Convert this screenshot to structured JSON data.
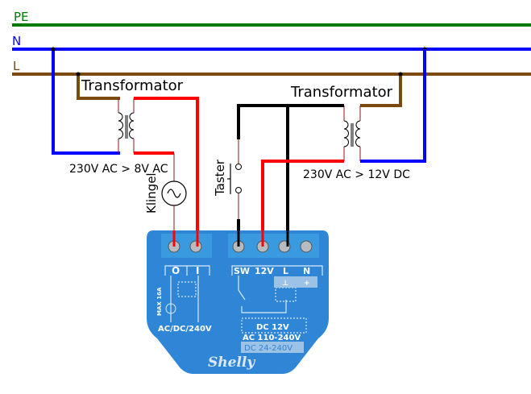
{
  "lines": {
    "pe": "PE",
    "n": "N",
    "l": "L"
  },
  "colors": {
    "pe": "#007a00",
    "n": "#0000ff",
    "l": "#7a4a10",
    "live": "#ff0000",
    "switch": "#000000",
    "device": "#2f86d6"
  },
  "left_transformer": {
    "label": "Transformator",
    "rating": "230V AC > 8V AC"
  },
  "bell": {
    "label": "Klingel"
  },
  "right_transformer": {
    "label": "Transformator",
    "rating": "230V AC > 12V DC"
  },
  "button": {
    "label": "Taster"
  },
  "device": {
    "brand": "Shelly",
    "terminals": [
      "O",
      "I",
      "SW",
      "12V",
      "L",
      "N"
    ],
    "polarity": [
      "⊥",
      "+"
    ],
    "max": "MAX 16A",
    "output_rating": "AC/DC/240V",
    "supply": [
      "DC 12V",
      "AC 110-240V",
      "DC 24-240V"
    ]
  }
}
